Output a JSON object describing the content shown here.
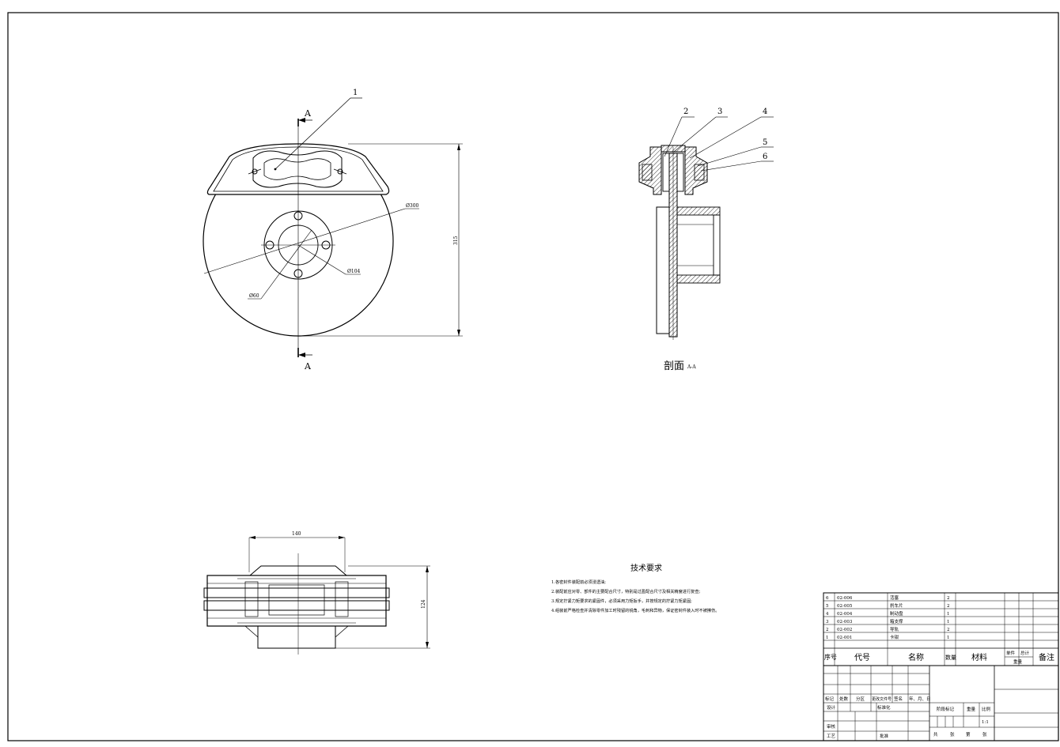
{
  "front_view": {
    "section_marker_top": "A",
    "section_marker_bottom": "A",
    "balloon_1": "1",
    "dim_outer": "Ø300",
    "dim_bolt_circle": "Ø104",
    "dim_hub": "Ø60",
    "dim_height": "315"
  },
  "section_view": {
    "balloons": [
      "2",
      "3",
      "4",
      "5",
      "6"
    ],
    "caption": "剖面",
    "caption_mark": "A-A"
  },
  "top_view": {
    "dim_width": "140",
    "dim_height": "124"
  },
  "tech_requirements": {
    "title": "技术要求",
    "items": [
      "1.各密封件装配前必须浸透油;",
      "2.装配前应对零、部件的主要配合尺寸，特别是过盈配合尺寸及相关精度进行复查;",
      "3.规定拧紧力矩要求的紧固件，必须采用力矩扳手，并按规定的拧紧力矩紧固;",
      "4.组装前严格检查并清除零件加工时残留的锐角，毛刺和异物，保证密封件装入时不被擦伤。"
    ]
  },
  "bom": {
    "rows": [
      {
        "no": "6",
        "code": "02-006",
        "name": "活塞",
        "qty": "2"
      },
      {
        "no": "5",
        "code": "02-005",
        "name": "刹车片",
        "qty": "2"
      },
      {
        "no": "4",
        "code": "02-004",
        "name": "制动盘",
        "qty": "1"
      },
      {
        "no": "3",
        "code": "02-003",
        "name": "箱支撑",
        "qty": "1"
      },
      {
        "no": "2",
        "code": "02-002",
        "name": "导轨",
        "qty": "2"
      },
      {
        "no": "1",
        "code": "02-001",
        "name": "卡钳",
        "qty": "1"
      }
    ],
    "headers": {
      "no": "序号",
      "code": "代号",
      "name": "名称",
      "qty": "数量",
      "material": "材料",
      "single": "单件",
      "total": "总计",
      "weight": "重量",
      "remark": "备注"
    }
  },
  "title_block": {
    "mark": "标记",
    "count": "处数",
    "zone": "分区",
    "change_doc": "更改文件号",
    "sign": "签名",
    "date": "年、月、日",
    "design": "设计",
    "standardize": "标准化",
    "stage": "阶段标记",
    "weight": "重量",
    "scale": "比例",
    "scale_value": "1:1",
    "check": "审核",
    "process": "工艺",
    "approve": "批准",
    "total_sheets": "共",
    "sheets_unit": "张",
    "sheet_no": "第",
    "sheet_unit": "张"
  }
}
